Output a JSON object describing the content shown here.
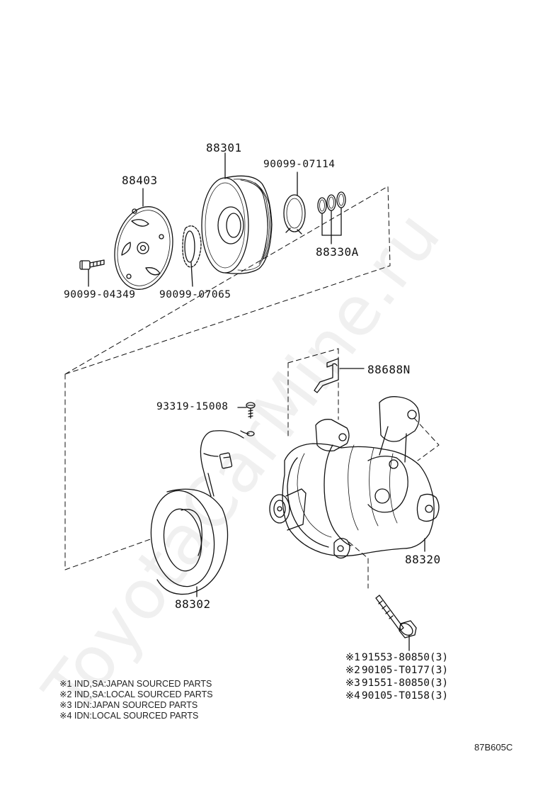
{
  "parts": {
    "p88301": "88301",
    "p88403": "88403",
    "p90099_07114": "90099-07114",
    "p88330A": "88330A",
    "p90099_04349": "90099-04349",
    "p90099_07065": "90099-07065",
    "p88688N": "88688N",
    "p93319_15008": "93319-15008",
    "p88320": "88320",
    "p88302": "88302"
  },
  "bolt_refs": [
    {
      "mark": "※1",
      "part": "91553-80850",
      "qty": "(3)"
    },
    {
      "mark": "※2",
      "part": "90105-T0177",
      "qty": "(3)"
    },
    {
      "mark": "※3",
      "part": "91551-80850",
      "qty": "(3)"
    },
    {
      "mark": "※4",
      "part": "90105-T0158",
      "qty": "(3)"
    }
  ],
  "footnotes": [
    "※1 IND,SA:JAPAN SOURCED PARTS",
    "※2 IND,SA:LOCAL SOURCED PARTS",
    "※3 IDN:JAPAN SOURCED PARTS",
    "※4 IDN:LOCAL SOURCED PARTS"
  ],
  "diagram_code": "87B605C",
  "watermark": "ToyotaCarMine.ru",
  "icons": {
    "pulley": "pulley-icon",
    "pressure_plate": "pressure-plate-icon",
    "snap_ring": "snap-ring-icon",
    "shim": "shim-icon",
    "bolt": "bolt-icon",
    "washer": "washer-icon",
    "bracket": "bracket-icon",
    "screw": "screw-icon",
    "compressor": "compressor-icon",
    "field_coil": "field-coil-icon"
  },
  "colors": {
    "ink": "#111111",
    "watermark": "#bdbdbd"
  }
}
